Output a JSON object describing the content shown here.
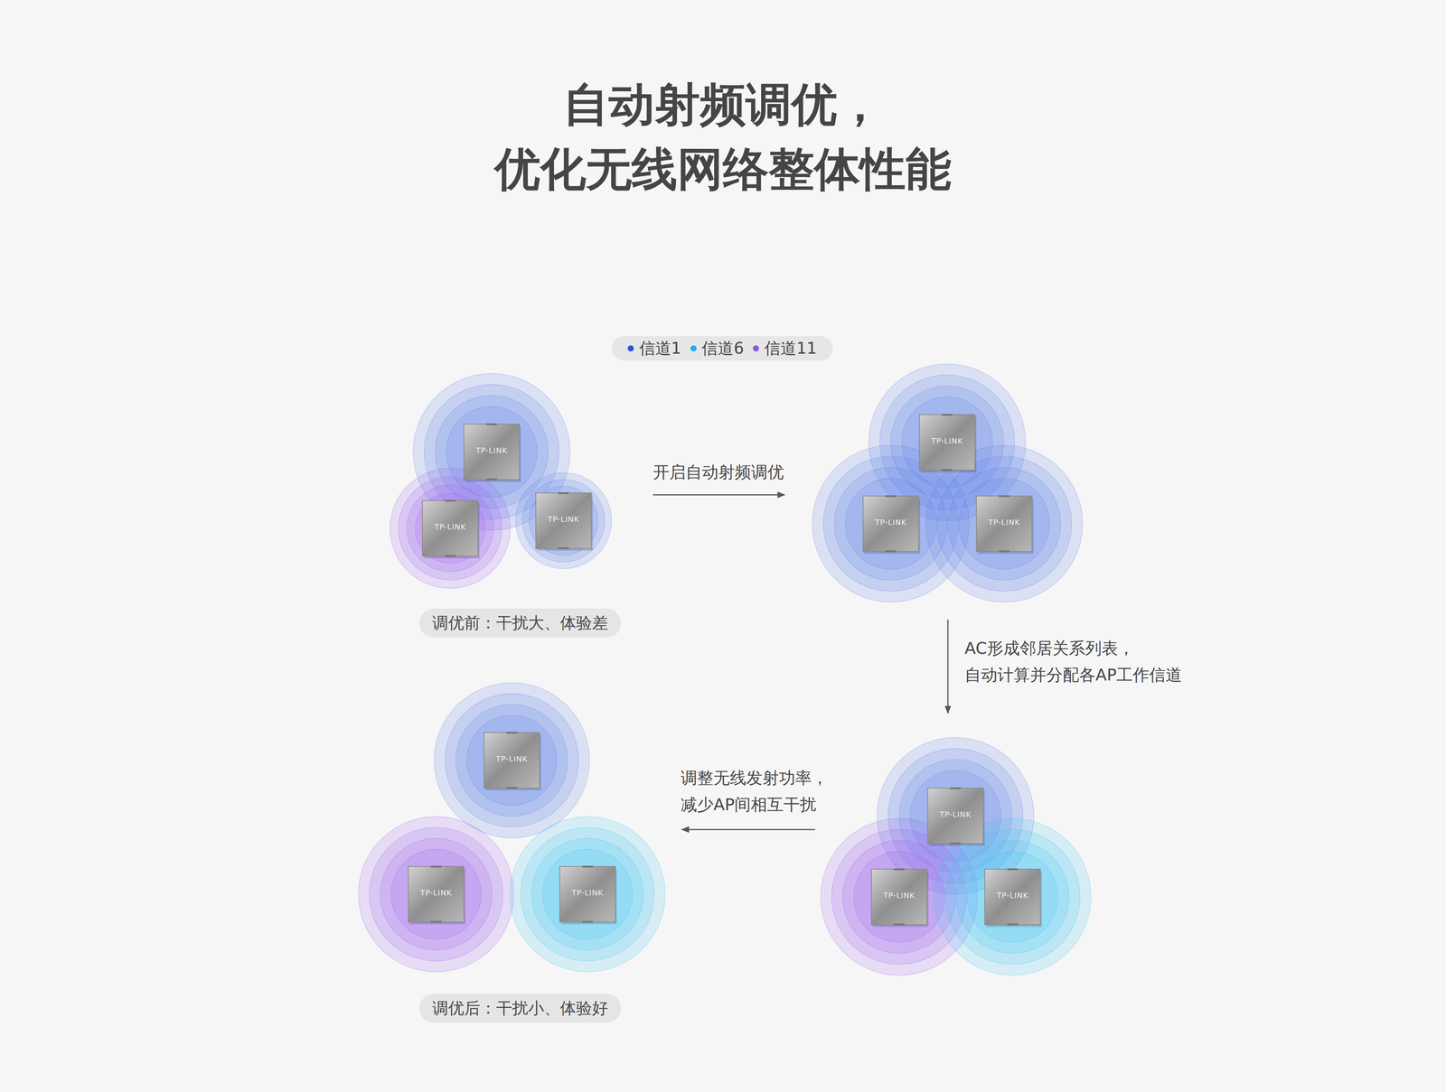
{
  "diagram": {
    "title": "自动射频调优， 优化无线网络整体性能",
    "nodes": [
      {
        "text": [
          "调优前：干扰大、体验差"
        ]
      },
      {
        "text": [
          "调优后：干扰小、体验好"
        ]
      }
    ],
    "labels": [
      "开启自动射频调优",
      "AC形成邻居关系列表， 自动计算并分配各AP工作信道",
      "调整无线发射功率， 减少AP间相互干扰",
      "TP-LINK",
      "TP-LINK",
      "TP-LINK",
      "TP-LINK",
      "TP-LINK",
      "TP-LINK",
      "TP-LINK",
      "TP-LINK",
      "TP-LINK",
      "TP-LINK",
      "TP-LINK",
      "TP-LINK"
    ],
    "legend": [
      {
        "text": "信道1",
        "color": "#2e55d6"
      },
      {
        "text": "信道6",
        "color": "#1fb0ec"
      },
      {
        "text": "信道11",
        "color": "#8c5ad8"
      }
    ]
  }
}
